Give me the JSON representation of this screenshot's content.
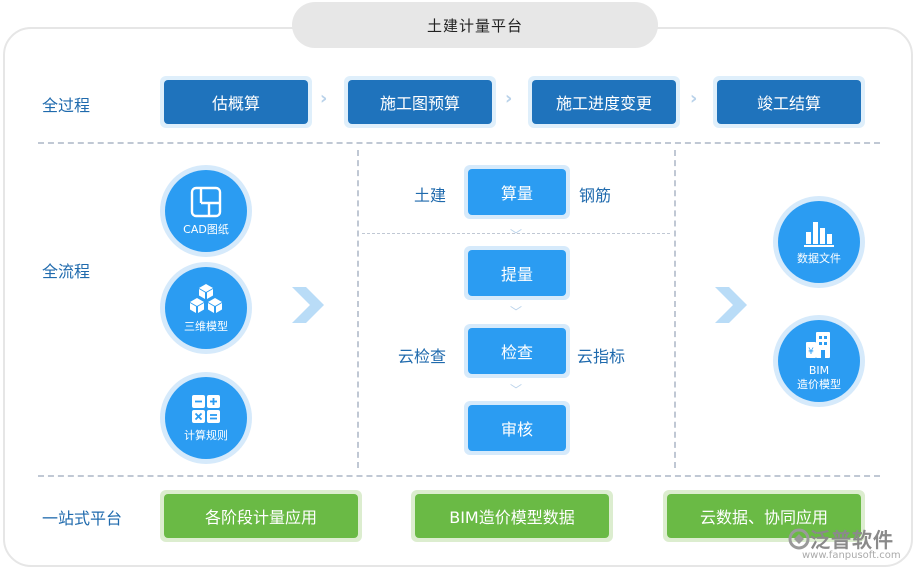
{
  "title": "土建计量平台",
  "rows": {
    "process": "全过程",
    "flow": "全流程",
    "platform": "一站式平台"
  },
  "process_steps": [
    "估概算",
    "施工图预算",
    "施工进度变更",
    "竣工结算"
  ],
  "left_inputs": [
    "CAD图纸",
    "三维模型",
    "计算规则"
  ],
  "center": {
    "top_left": "土建",
    "top_btn": "算量",
    "top_right": "钢筋",
    "extract": "提量",
    "check_left": "云检查",
    "check": "检查",
    "check_right": "云指标",
    "review": "审核"
  },
  "right_outputs": [
    {
      "line1": "数据文件",
      "line2": ""
    },
    {
      "line1": "BIM",
      "line2": "造价模型"
    }
  ],
  "platform_items": [
    "各阶段计量应用",
    "BIM造价模型数据",
    "云数据、协同应用"
  ],
  "watermark": {
    "brand": "泛普软件",
    "url": "www.fanpusoft.com"
  },
  "colors": {
    "process_blue": "#1f73bc",
    "light_blue": "#2b9cf2",
    "green": "#6aba45",
    "label": "#1f6aad"
  }
}
